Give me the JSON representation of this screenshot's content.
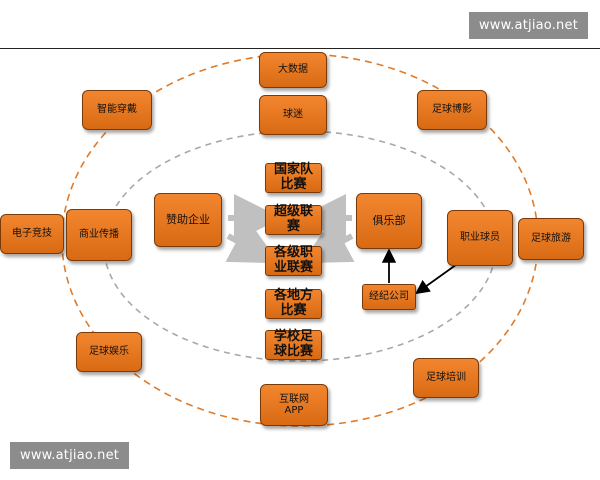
{
  "watermark_top": "www.atjiao.net",
  "watermark_bottom": "www.atjiao.net",
  "nodes": {
    "big_data": "大数据",
    "fans": "球迷",
    "smart_wear": "智能穿戴",
    "football_film": "足球博影",
    "esports": "电子竞技",
    "business_media": "商业传播",
    "sponsor": "赞助企业",
    "national_team": "国家队比赛",
    "super_league": "超级联赛",
    "pro_leagues": "各级职业联赛",
    "local_matches": "各地方比赛",
    "school_matches": "学校足球比赛",
    "club": "俱乐部",
    "pro_players": "职业球员",
    "football_travel": "足球旅游",
    "agency": "经纪公司",
    "football_entertainment": "足球娱乐",
    "internet_app": "互联网APP",
    "football_training": "足球培训"
  },
  "colors": {
    "box_fill": "#e87a22",
    "box_border": "#7a3a08",
    "outer_ring": "#e07b2a",
    "inner_ring": "#a8a8a8",
    "arrow_gray": "#c0c0c0",
    "arrow_black": "#000000"
  }
}
